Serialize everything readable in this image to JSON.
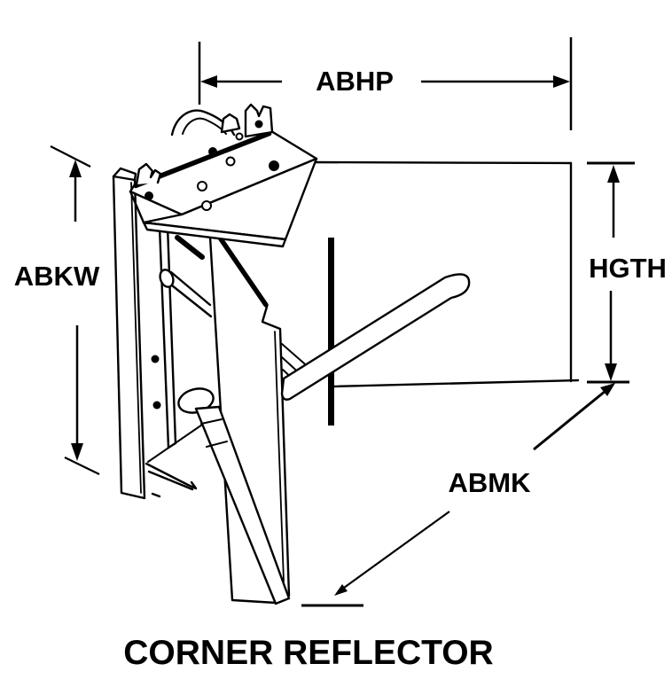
{
  "colors": {
    "ink": "#000000",
    "paper": "#ffffff"
  },
  "figure": {
    "caption": "CORNER REFLECTOR",
    "dimension_labels": {
      "top_width": "ABHP",
      "left_height": "ABKW",
      "right_height": "HGTH",
      "part_pointer": "ABMK"
    }
  }
}
